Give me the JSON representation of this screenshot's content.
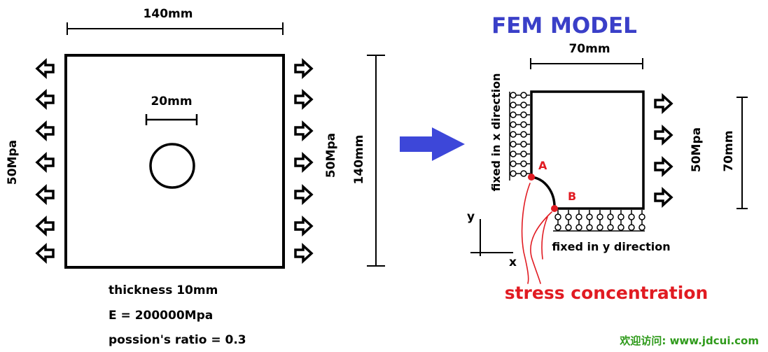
{
  "title": "FEM MODEL",
  "plate": {
    "width_label": "140mm",
    "height_label": "140mm",
    "hole_label": "20mm",
    "load_left": "50Mpa",
    "load_right": "50Mpa"
  },
  "properties": {
    "thickness": "thickness 10mm",
    "modulus": "E = 200000Mpa",
    "poisson": "possion's ratio = 0.3"
  },
  "model": {
    "width_label": "70mm",
    "height_label": "70mm",
    "load_label": "50Mpa",
    "fixed_x": "fixed in x direction",
    "fixed_y": "fixed in y direction",
    "point_a": "A",
    "point_b": "B",
    "axis_x": "x",
    "axis_y": "y",
    "stress_note": "stress concentration"
  },
  "watermark": "欢迎访问: www.jdcui.com",
  "colors": {
    "title": "#3a3fc8",
    "arrow": "#3d47d9",
    "annotation": "#e11b22",
    "watermark": "#2e9a1a"
  }
}
